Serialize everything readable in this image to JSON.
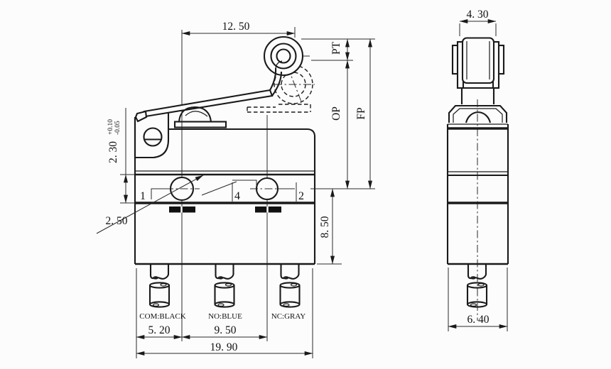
{
  "front_view": {
    "dimensions": {
      "lever_length": "12. 50",
      "pivot_height": "2. 30",
      "pivot_tol_plus": "+0.10",
      "pivot_tol_minus": "-0.05",
      "hole_leader": "2. 50",
      "lower_body_height": "8. 50",
      "com_offset": "5. 20",
      "terminal_pitch": "9. 50",
      "overall_width": "19. 90"
    },
    "travel_labels": {
      "pretravel": "PT",
      "operating_position": "OP",
      "free_position": "FP"
    },
    "pin_numbers": {
      "com": "1",
      "no": "4",
      "nc": "2"
    },
    "terminal_labels": {
      "com": "COM:BLACK",
      "no": "NO:BLUE",
      "nc": "NC:GRAY"
    }
  },
  "side_view": {
    "dimensions": {
      "roller_width": "4. 30",
      "overall_depth": "6. 40"
    }
  },
  "colors": {
    "line": "#1a1a1a",
    "dimension_line": "#2a2a2a",
    "background": "#fcfcfc",
    "terminal_slot_fill": "#111111"
  }
}
